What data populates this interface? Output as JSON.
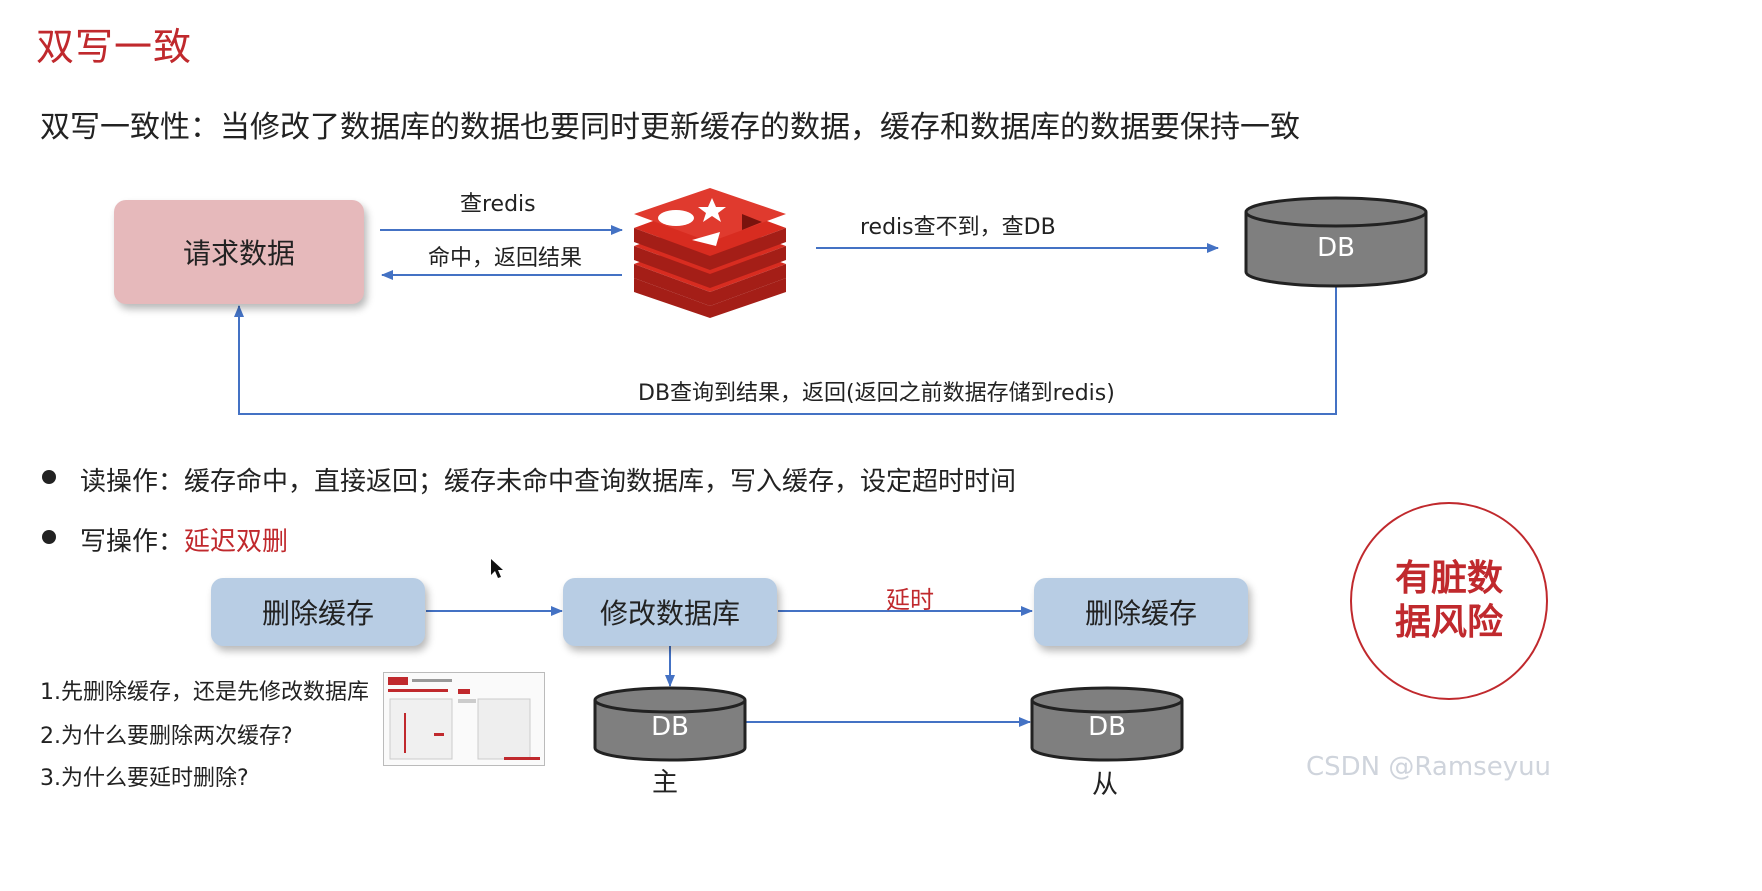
{
  "title": "双写一致",
  "intro": "双写一致性：当修改了数据库的数据也要同时更新缓存的数据，缓存和数据库的数据要保持一致",
  "top_flow": {
    "request_box": "请求数据",
    "query_redis_label": "查redis",
    "hit_return_label": "命中，返回结果",
    "redis_miss_label": "redis查不到，查DB",
    "db_label": "DB",
    "db_return_label": "DB查询到结果，返回(返回之前数据存储到redis)"
  },
  "bullets": [
    {
      "prefix": "读操作：缓存命中，直接返回；缓存未命中查询数据库，写入缓存，设定超时时间",
      "highlight": ""
    },
    {
      "prefix": "写操作：",
      "highlight": "延迟双删"
    }
  ],
  "write_flow": {
    "step1": "删除缓存",
    "step2": "修改数据库",
    "delay_label": "延时",
    "step3": "删除缓存",
    "db_master": "DB",
    "db_slave": "DB",
    "master_label": "主",
    "slave_label": "从"
  },
  "questions": [
    "1.先删除缓存，还是先修改数据库",
    "2.为什么要删除两次缓存?",
    "3.为什么要延时删除?"
  ],
  "dirty_data_badge": "有脏数据风险",
  "watermark": "CSDN @Ramseyuu",
  "colors": {
    "accent_red": "#c0292d",
    "request_box": "#e6b9bb",
    "step_box": "#b8cde4",
    "arrow": "#4472c4",
    "db_fill": "#7f7f7f",
    "redis_red": "#d82c20"
  },
  "icons": [
    "redis-logo-icon",
    "db-cylinder-icon",
    "mouse-cursor-icon",
    "slide-thumbnail-icon"
  ]
}
